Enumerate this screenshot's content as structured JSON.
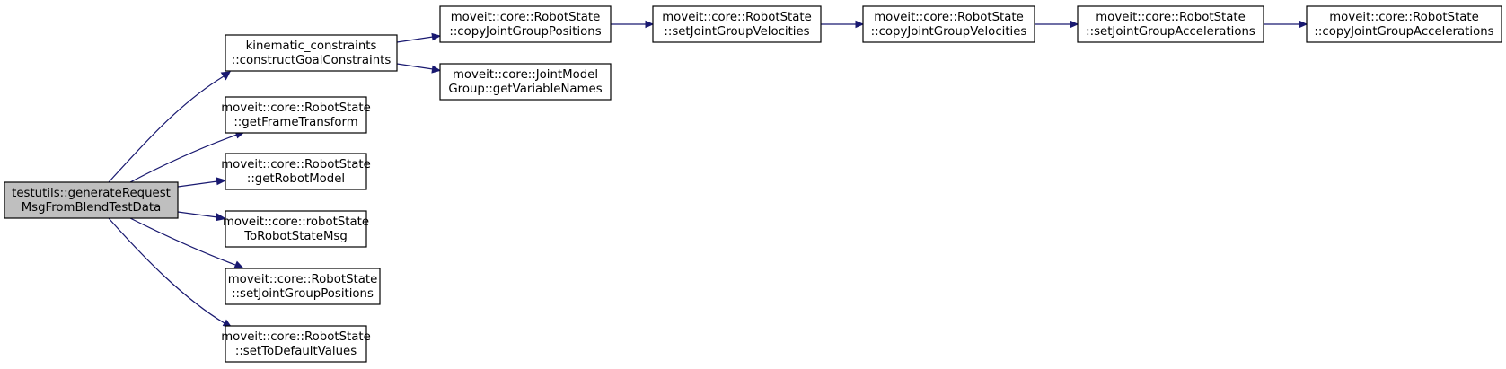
{
  "diagram": {
    "type": "call-graph",
    "colors": {
      "edge": "#191970",
      "node_fill": "#ffffff",
      "root_fill": "#bfbfbf",
      "border": "#000000"
    },
    "nodes": [
      {
        "id": "root",
        "lines": [
          "testutils::generateRequest",
          "MsgFromBlendTestData"
        ],
        "highlighted": true
      },
      {
        "id": "kc",
        "lines": [
          "kinematic_constraints",
          "::constructGoalConstraints"
        ]
      },
      {
        "id": "getFrame",
        "lines": [
          "moveit::core::RobotState",
          "::getFrameTransform"
        ]
      },
      {
        "id": "getModel",
        "lines": [
          "moveit::core::RobotState",
          "::getRobotModel"
        ]
      },
      {
        "id": "toMsg",
        "lines": [
          "moveit::core::robotState",
          "ToRobotStateMsg"
        ]
      },
      {
        "id": "setJGP",
        "lines": [
          "moveit::core::RobotState",
          "::setJointGroupPositions"
        ]
      },
      {
        "id": "setDef",
        "lines": [
          "moveit::core::RobotState",
          "::setToDefaultValues"
        ]
      },
      {
        "id": "copyJGP",
        "lines": [
          "moveit::core::RobotState",
          "::copyJointGroupPositions"
        ]
      },
      {
        "id": "varNames",
        "lines": [
          "moveit::core::JointModel",
          "Group::getVariableNames"
        ]
      },
      {
        "id": "setJGV",
        "lines": [
          "moveit::core::RobotState",
          "::setJointGroupVelocities"
        ]
      },
      {
        "id": "copyJGV",
        "lines": [
          "moveit::core::RobotState",
          "::copyJointGroupVelocities"
        ]
      },
      {
        "id": "setJGA",
        "lines": [
          "moveit::core::RobotState",
          "::setJointGroupAccelerations"
        ]
      },
      {
        "id": "copyJGA",
        "lines": [
          "moveit::core::RobotState",
          "::copyJointGroupAccelerations"
        ]
      }
    ],
    "edges": [
      {
        "from": "root",
        "to": "kc"
      },
      {
        "from": "root",
        "to": "getFrame"
      },
      {
        "from": "root",
        "to": "getModel"
      },
      {
        "from": "root",
        "to": "toMsg"
      },
      {
        "from": "root",
        "to": "setJGP"
      },
      {
        "from": "root",
        "to": "setDef"
      },
      {
        "from": "kc",
        "to": "copyJGP"
      },
      {
        "from": "kc",
        "to": "varNames"
      },
      {
        "from": "copyJGP",
        "to": "setJGV"
      },
      {
        "from": "setJGV",
        "to": "copyJGV"
      },
      {
        "from": "copyJGV",
        "to": "setJGA"
      },
      {
        "from": "setJGA",
        "to": "copyJGA"
      }
    ]
  }
}
